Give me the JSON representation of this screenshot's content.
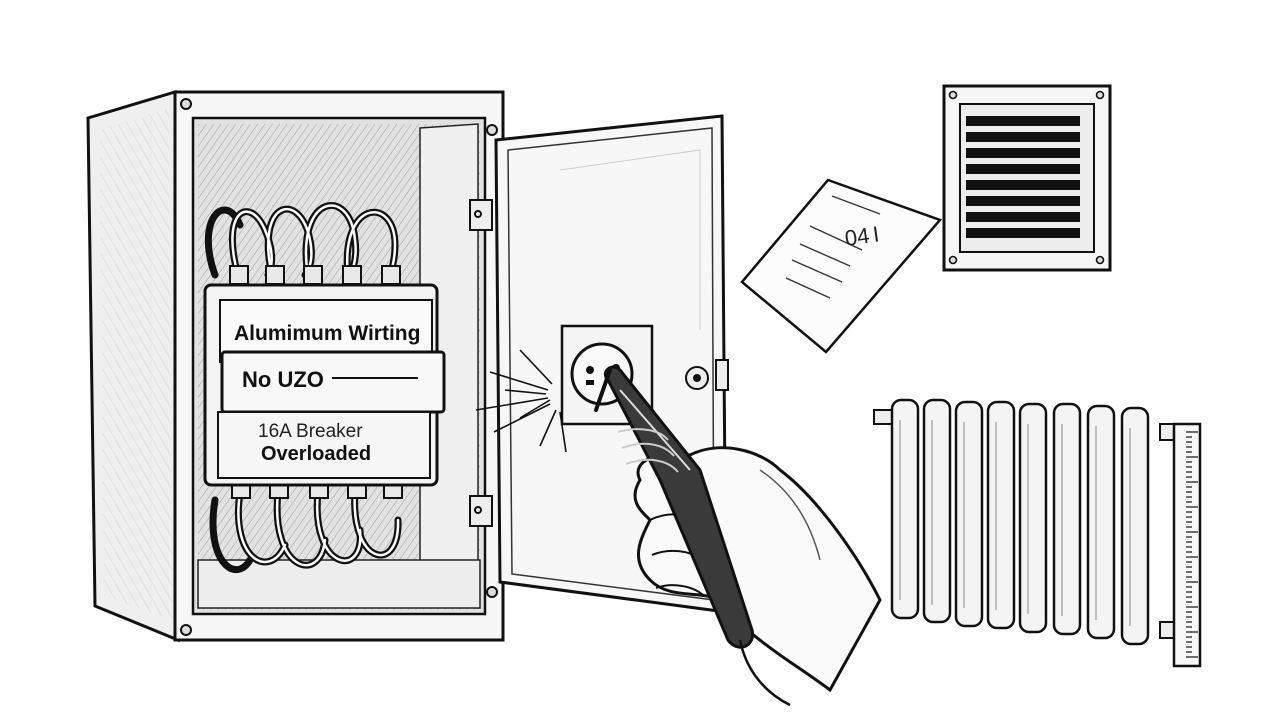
{
  "panel": {
    "label_wiring": "Alumimum Wirting",
    "label_uzo": "No UZO",
    "label_breaker": "16A Breaker",
    "label_overloaded": "Overloaded"
  },
  "note": {
    "text": "04"
  },
  "icons": [
    "electrical-panel-icon",
    "voltage-tester-icon",
    "hand-icon",
    "wall-socket-icon",
    "air-vent-icon",
    "radiator-icon",
    "ruler-icon",
    "paper-note-icon"
  ],
  "colors": {
    "ink": "#111111",
    "paper": "#ffffff",
    "shade": "#d9d9d9"
  }
}
